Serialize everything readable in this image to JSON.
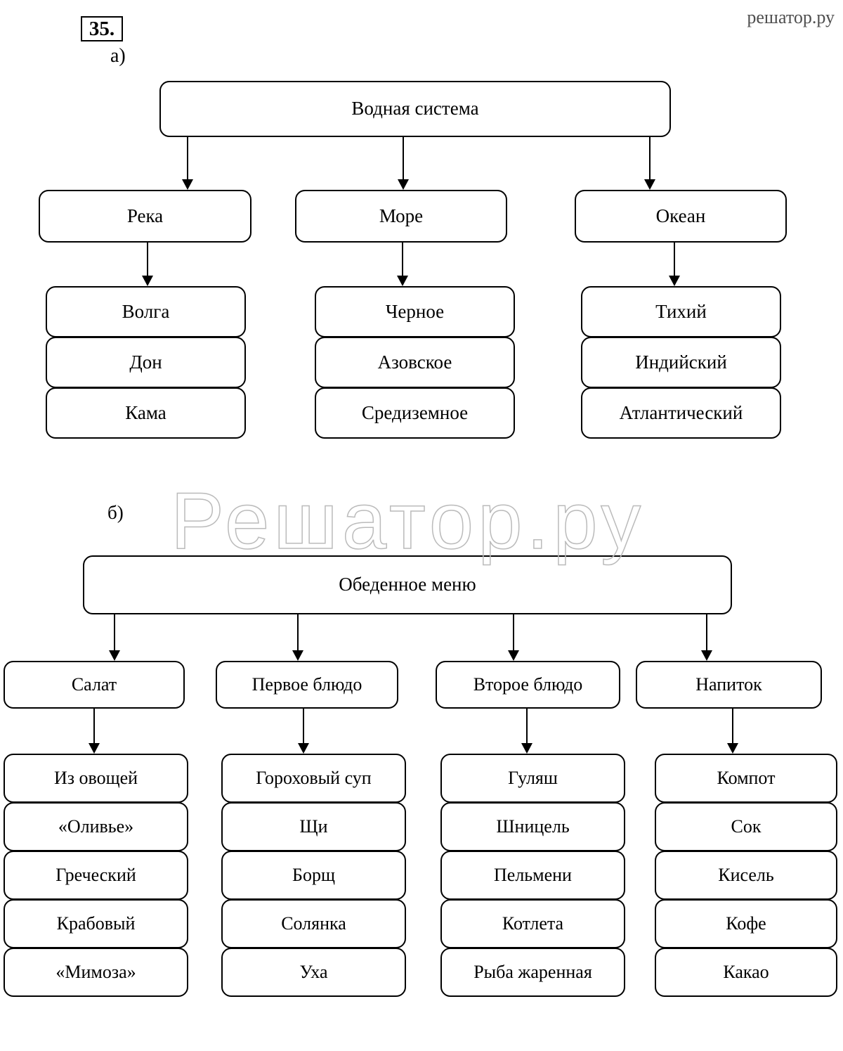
{
  "page": {
    "site_label": "решатор.ру",
    "problem_number": "35.",
    "part_a_label": "а)",
    "part_b_label": "б)",
    "watermark": "Решатор.ру"
  },
  "diagram_a": {
    "root": "Водная система",
    "branches": [
      {
        "label": "Река",
        "items": [
          "Волга",
          "Дон",
          "Кама"
        ]
      },
      {
        "label": "Море",
        "items": [
          "Черное",
          "Азовское",
          "Средиземное"
        ]
      },
      {
        "label": "Океан",
        "items": [
          "Тихий",
          "Индийский",
          "Атлантический"
        ]
      }
    ]
  },
  "diagram_b": {
    "root": "Обеденное меню",
    "branches": [
      {
        "label": "Салат",
        "items": [
          "Из овощей",
          "«Оливье»",
          "Греческий",
          "Крабовый",
          "«Мимоза»"
        ]
      },
      {
        "label": "Первое блюдо",
        "items": [
          "Гороховый суп",
          "Щи",
          "Борщ",
          "Солянка",
          "Уха"
        ]
      },
      {
        "label": "Второе блюдо",
        "items": [
          "Гуляш",
          "Шницель",
          "Пельмени",
          "Котлета",
          "Рыба жаренная"
        ]
      },
      {
        "label": "Напиток",
        "items": [
          "Компот",
          "Сок",
          "Кисель",
          "Кофе",
          "Какао"
        ]
      }
    ]
  }
}
